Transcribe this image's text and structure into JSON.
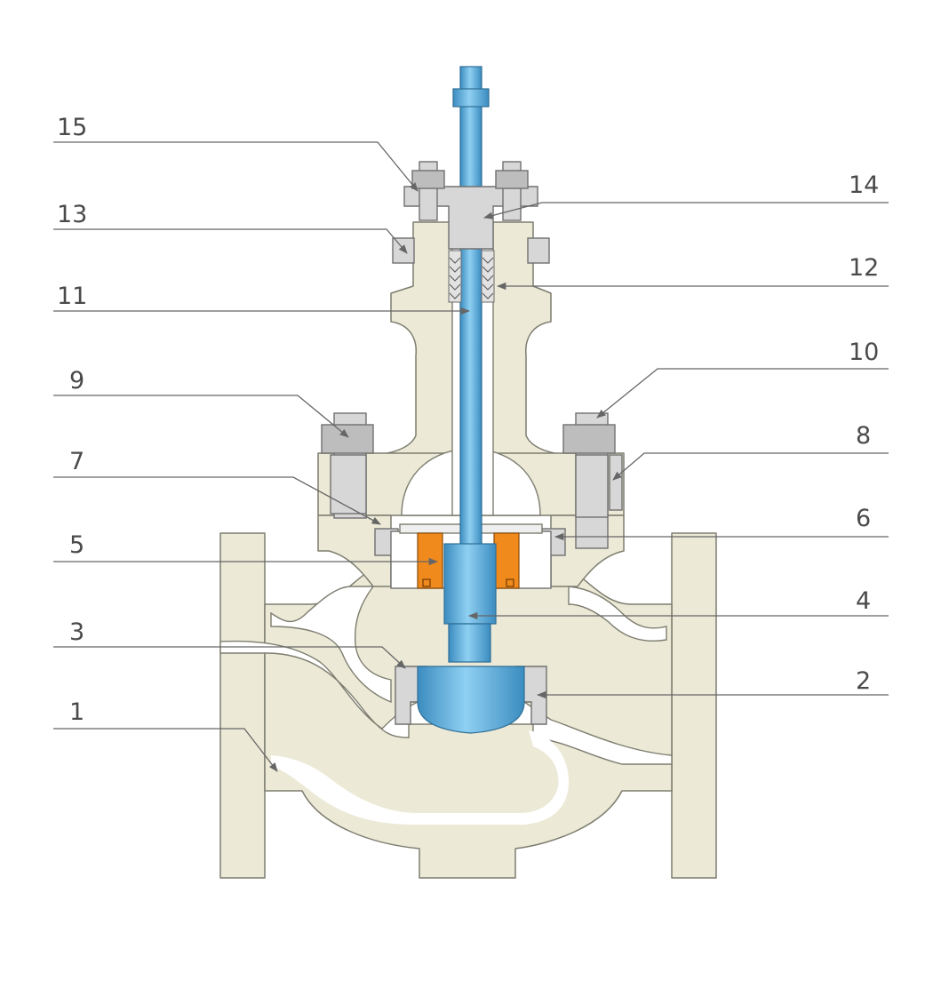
{
  "callouts": [
    {
      "label": "15",
      "side": "left"
    },
    {
      "label": "14",
      "side": "right"
    },
    {
      "label": "13",
      "side": "left"
    },
    {
      "label": "12",
      "side": "right"
    },
    {
      "label": "11",
      "side": "left"
    },
    {
      "label": "10",
      "side": "right"
    },
    {
      "label": "9",
      "side": "left"
    },
    {
      "label": "8",
      "side": "right"
    },
    {
      "label": "7",
      "side": "left"
    },
    {
      "label": "6",
      "side": "right"
    },
    {
      "label": "5",
      "side": "left"
    },
    {
      "label": "4",
      "side": "right"
    },
    {
      "label": "3",
      "side": "left"
    },
    {
      "label": "2",
      "side": "right"
    },
    {
      "label": "1",
      "side": "left"
    }
  ],
  "colors": {
    "body": "#ece9d6",
    "stem": "#4a9fd0",
    "packing": "#f08a1c",
    "fastener": "#d7d7d7",
    "leader": "#666666"
  }
}
